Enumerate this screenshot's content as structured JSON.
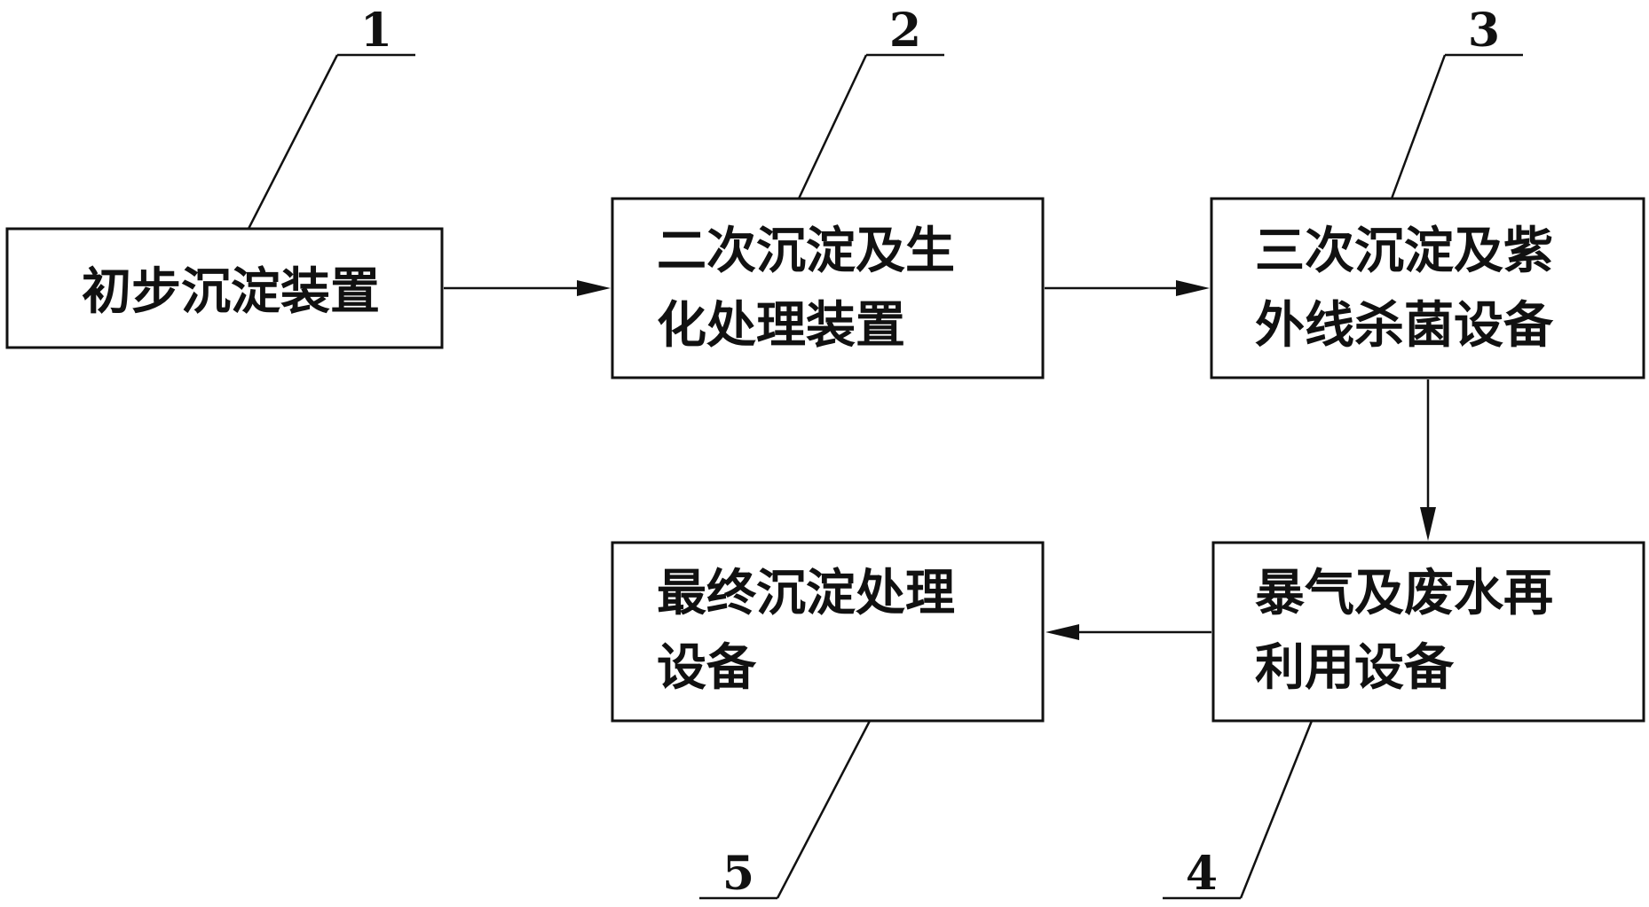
{
  "boxes": [
    {
      "id": "1",
      "lines": [
        "初步沉淀装置"
      ]
    },
    {
      "id": "2",
      "lines": [
        "二次沉淀及生",
        "化处理装置"
      ]
    },
    {
      "id": "3",
      "lines": [
        "三次沉淀及紫",
        "外线杀菌设备"
      ]
    },
    {
      "id": "4",
      "lines": [
        "暴气及废水再",
        "利用设备"
      ]
    },
    {
      "id": "5",
      "lines": [
        "最终沉淀处理",
        "设备"
      ]
    }
  ],
  "callouts": [
    "1",
    "2",
    "3",
    "4",
    "5"
  ],
  "flow": [
    {
      "from": "1",
      "to": "2"
    },
    {
      "from": "2",
      "to": "3"
    },
    {
      "from": "3",
      "to": "4"
    },
    {
      "from": "4",
      "to": "5"
    }
  ]
}
